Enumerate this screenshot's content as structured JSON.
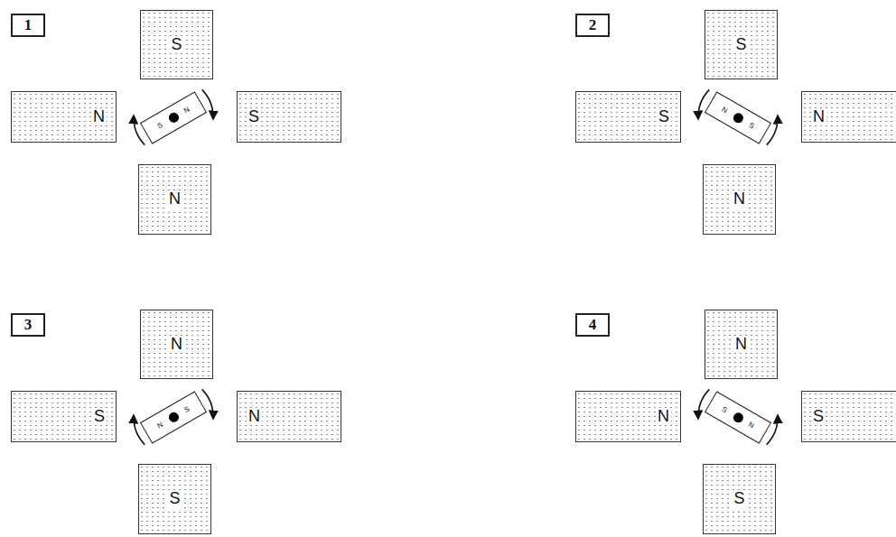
{
  "diagram": {
    "nodes": [
      {
        "text": [
          "1"
        ]
      },
      {
        "text": [
          "S"
        ]
      },
      {
        "text": [
          "N"
        ]
      },
      {
        "text": [
          "S",
          "N"
        ]
      },
      {
        "text": [
          "S"
        ]
      },
      {
        "text": [
          "N"
        ]
      },
      {
        "text": [
          "2"
        ]
      },
      {
        "text": [
          "S"
        ]
      },
      {
        "text": [
          "S"
        ]
      },
      {
        "text": [
          "N",
          "S"
        ]
      },
      {
        "text": [
          "N"
        ]
      },
      {
        "text": [
          "N"
        ]
      },
      {
        "text": [
          "3"
        ]
      },
      {
        "text": [
          "N"
        ]
      },
      {
        "text": [
          "S"
        ]
      },
      {
        "text": [
          "N",
          "S"
        ]
      },
      {
        "text": [
          "N"
        ]
      },
      {
        "text": [
          "S"
        ]
      },
      {
        "text": [
          "4"
        ]
      },
      {
        "text": [
          "N"
        ]
      },
      {
        "text": [
          "N"
        ]
      },
      {
        "text": [
          "S",
          "N"
        ]
      },
      {
        "text": [
          "S"
        ]
      },
      {
        "text": [
          "S"
        ]
      }
    ]
  }
}
